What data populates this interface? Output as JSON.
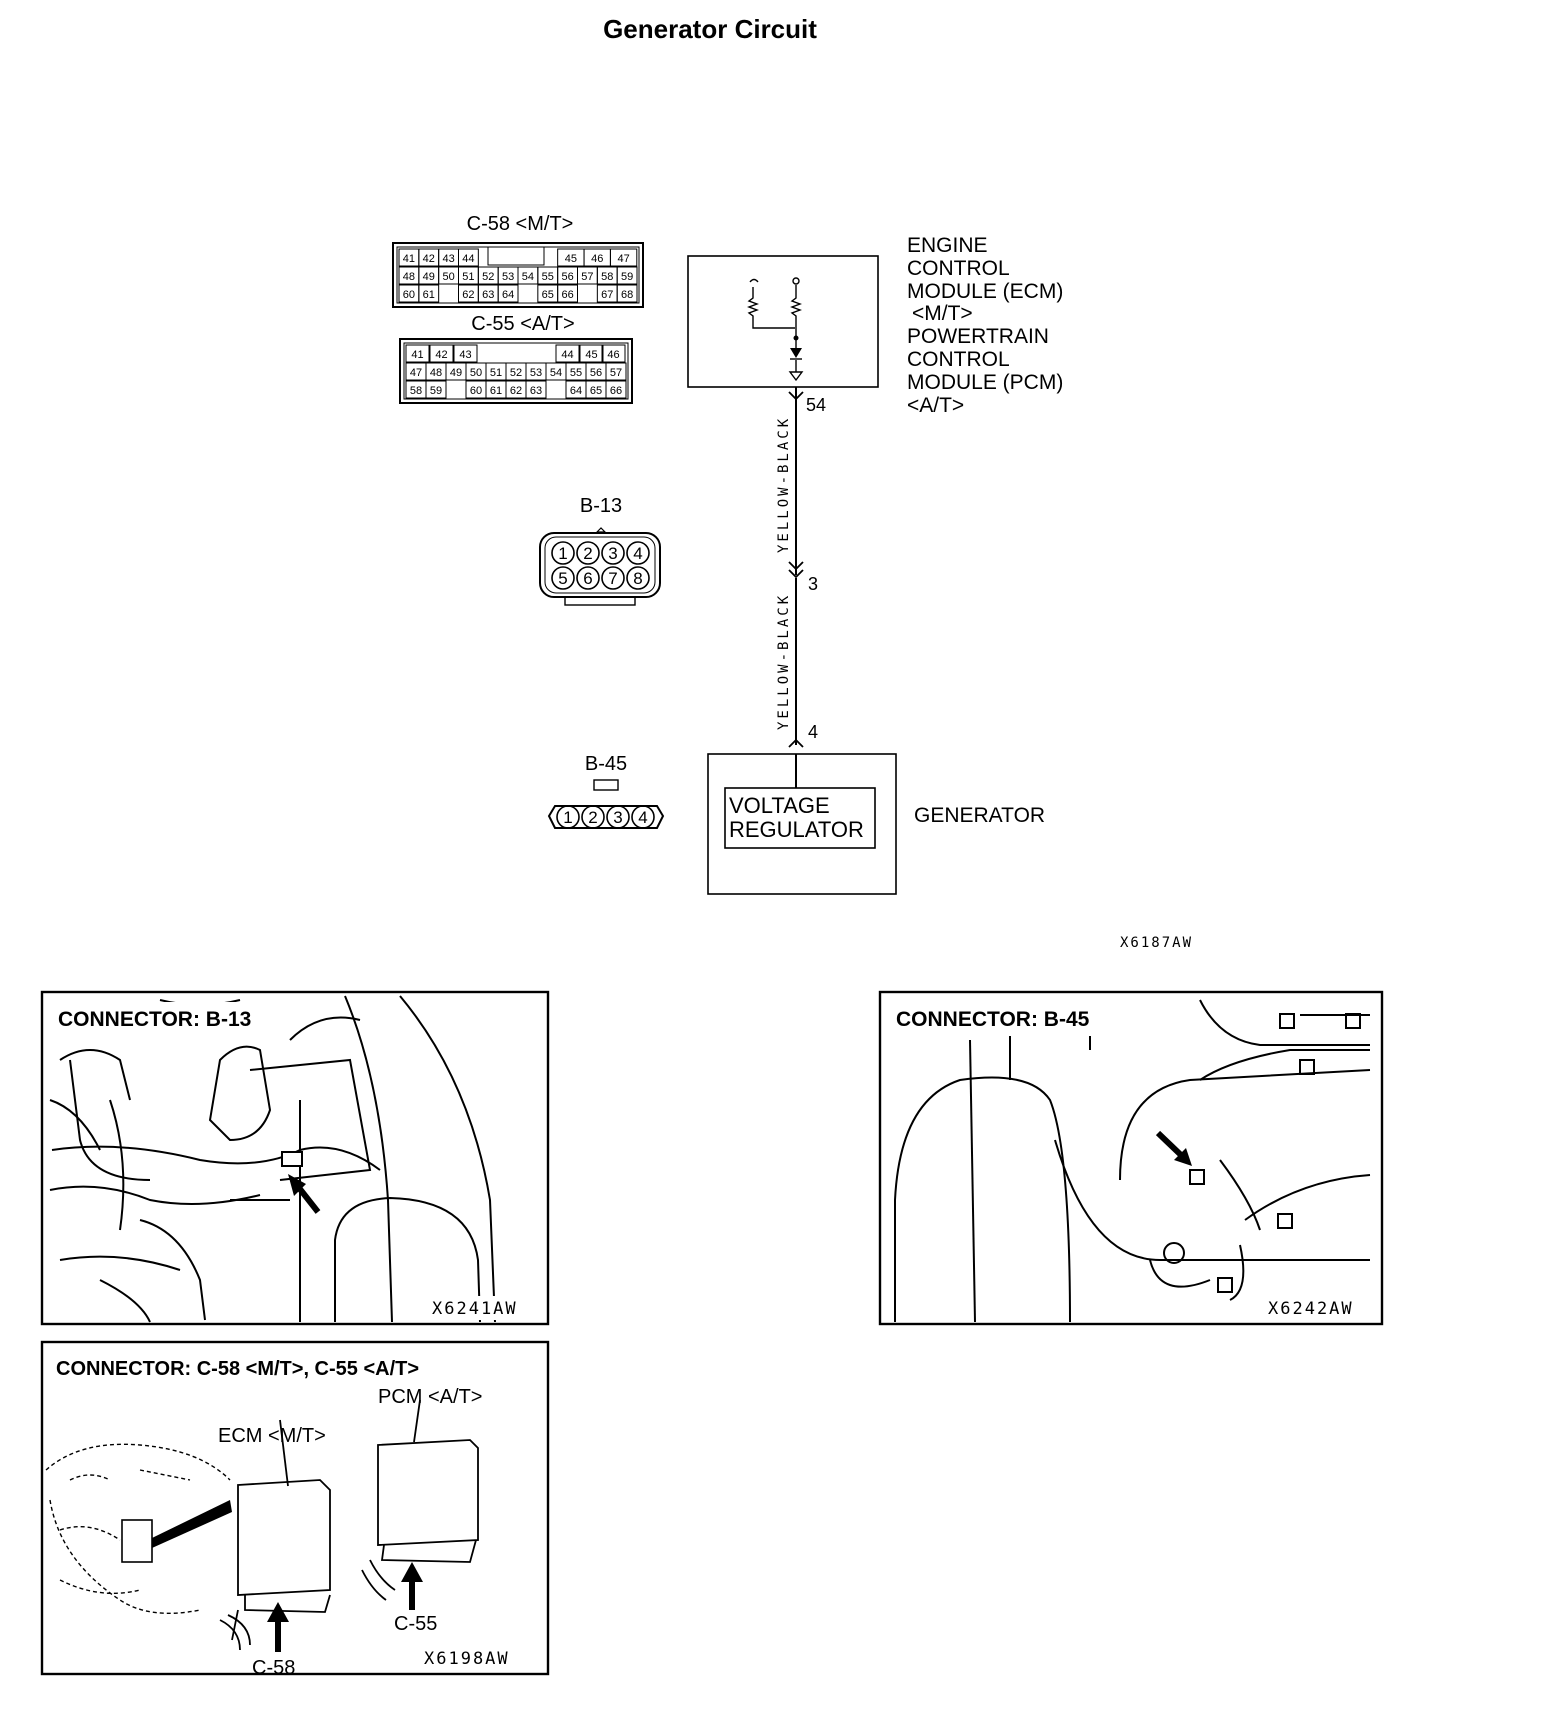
{
  "title": "Generator Circuit",
  "schematic": {
    "connector_c58_label": "C-58 <M/T>",
    "connector_c55_label": "C-55 <A/T>",
    "c58_rows": [
      [
        "41",
        "42",
        "43",
        "44",
        "",
        "45",
        "46",
        "47"
      ],
      [
        "48",
        "49",
        "50",
        "51",
        "52",
        "53",
        "54",
        "55",
        "56",
        "57",
        "58",
        "59"
      ],
      [
        "60",
        "61",
        "",
        "62",
        "63",
        "64",
        "",
        "65",
        "66",
        "",
        "67",
        "68"
      ]
    ],
    "c55_rows": [
      [
        "41",
        "42",
        "43",
        "",
        "44",
        "45",
        "46"
      ],
      [
        "47",
        "48",
        "49",
        "50",
        "51",
        "52",
        "53",
        "54",
        "55",
        "56",
        "57"
      ],
      [
        "58",
        "59",
        "",
        "60",
        "61",
        "62",
        "63",
        "",
        "64",
        "65",
        "66"
      ]
    ],
    "b13_label": "B-13",
    "b13_pins": [
      "1",
      "2",
      "3",
      "4",
      "5",
      "6",
      "7",
      "8"
    ],
    "b45_label": "B-45",
    "b45_pins": [
      "1",
      "2",
      "3",
      "4"
    ],
    "ecm_lines": [
      "ENGINE",
      "CONTROL",
      "MODULE (ECM)",
      "<M/T>",
      "POWERTRAIN",
      "CONTROL",
      "MODULE (PCM)",
      "<A/T>"
    ],
    "pin_54": "54",
    "pin_3": "3",
    "pin_4": "4",
    "wire_upper": "YELLOW-BLACK",
    "wire_lower": "YELLOW-BLACK",
    "regulator_line1": "VOLTAGE",
    "regulator_line2": "REGULATOR",
    "generator_label": "GENERATOR",
    "figure_code": "X6187AW"
  },
  "panels": {
    "b13": {
      "title": "CONNECTOR: B-13",
      "code": "X6241AW"
    },
    "b45": {
      "title": "CONNECTOR: B-45",
      "code": "X6242AW"
    },
    "c58": {
      "title": "CONNECTOR: C-58 <M/T>, C-55 <A/T>",
      "pcm_label": "PCM <A/T>",
      "ecm_label": "ECM <M/T>",
      "c55_label": "C-55",
      "c58_label": "C-58",
      "code": "X6198AW"
    }
  }
}
